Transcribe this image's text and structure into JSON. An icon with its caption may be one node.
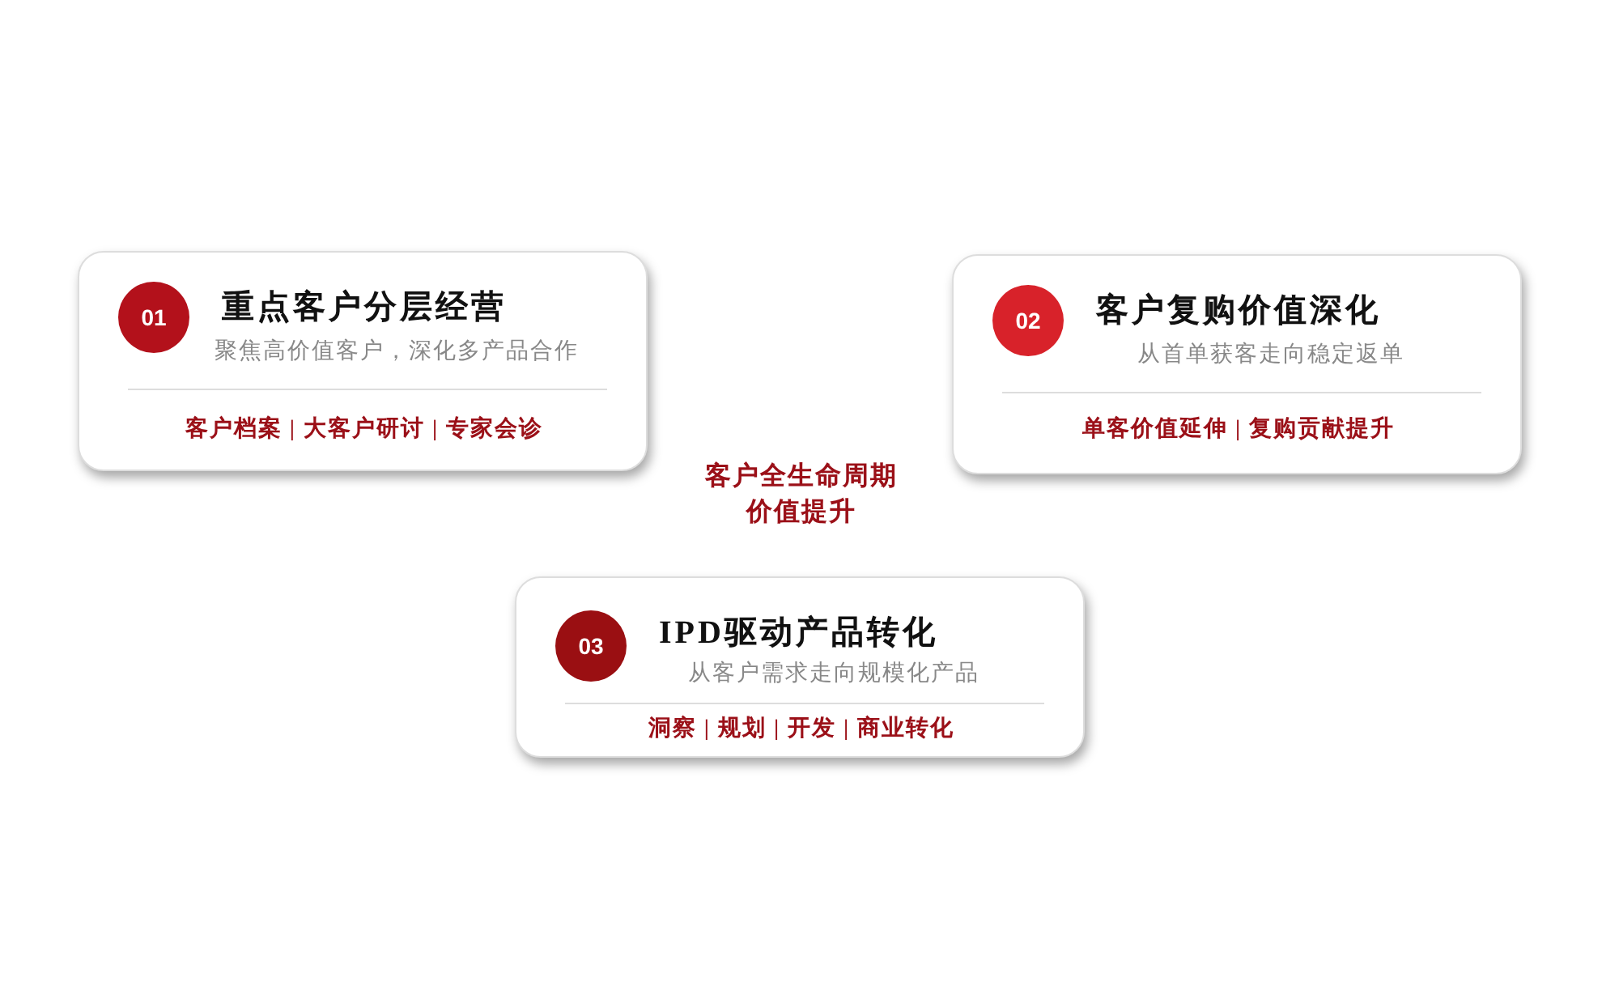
{
  "diagram": {
    "nodes": [
      {
        "text": [
          "重点客户分层经营",
          "聚焦高价值客户，深化多产品合作",
          "客户档案 | 大客户研讨 | 专家会诊"
        ]
      },
      {
        "text": [
          "01"
        ],
        "in": 0
      },
      {
        "text": [
          "客户复购价值深化",
          "从首单获客走向稳定返单",
          "单客价值延伸 | 复购贡献提升"
        ]
      },
      {
        "text": [
          "02"
        ],
        "in": 2
      },
      {
        "text": [
          "IPD驱动产品转化",
          "从客户需求走向规模化产品",
          "洞察 | 规划 | 开发 | 商业转化"
        ]
      },
      {
        "text": [
          "03"
        ],
        "in": 4
      }
    ],
    "labels": [
      "客户全生命周期价值提升"
    ]
  }
}
